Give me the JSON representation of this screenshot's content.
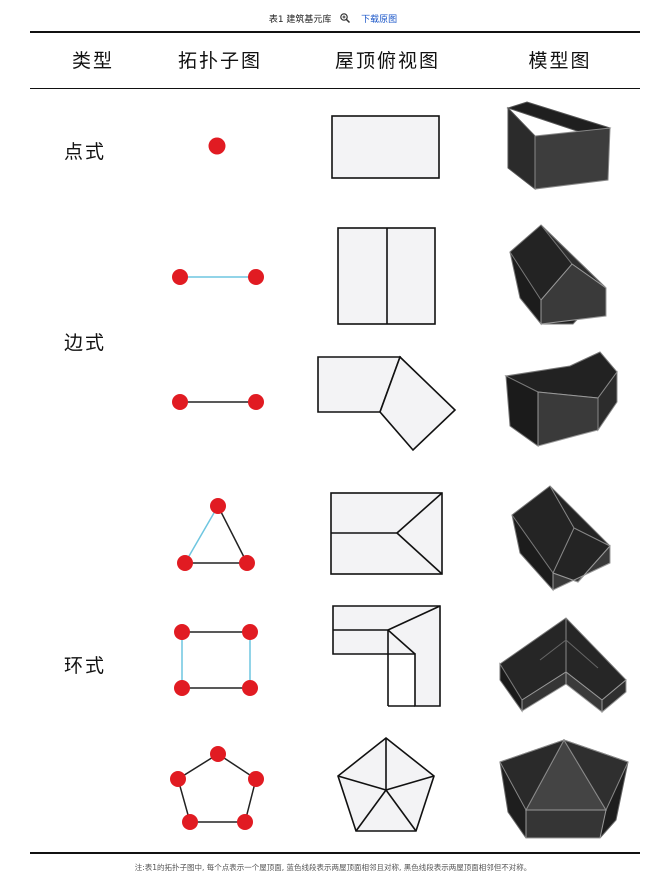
{
  "caption": {
    "title": "表1 建筑基元库",
    "zoom_icon": "magnifier-plus-icon",
    "download_link": "下载原图"
  },
  "headers": [
    "类型",
    "拓扑子图",
    "屋顶俯视图",
    "模型图"
  ],
  "types": [
    "点式",
    "边式",
    "环式"
  ],
  "colors": {
    "node": "#e11b22",
    "adjacent_symmetric_edge": "#6ec6e0",
    "adjacent_asymmetric_edge": "#222222",
    "roof_fill": "#f3f3f5",
    "model_dark": "#2a2a2a"
  },
  "note": "注:表1的拓扑子图中, 每个点表示一个屋顶面, 蓝色线段表示两屋顶面相邻且对称, 黑色线段表示两屋顶面相邻但不对称。"
}
